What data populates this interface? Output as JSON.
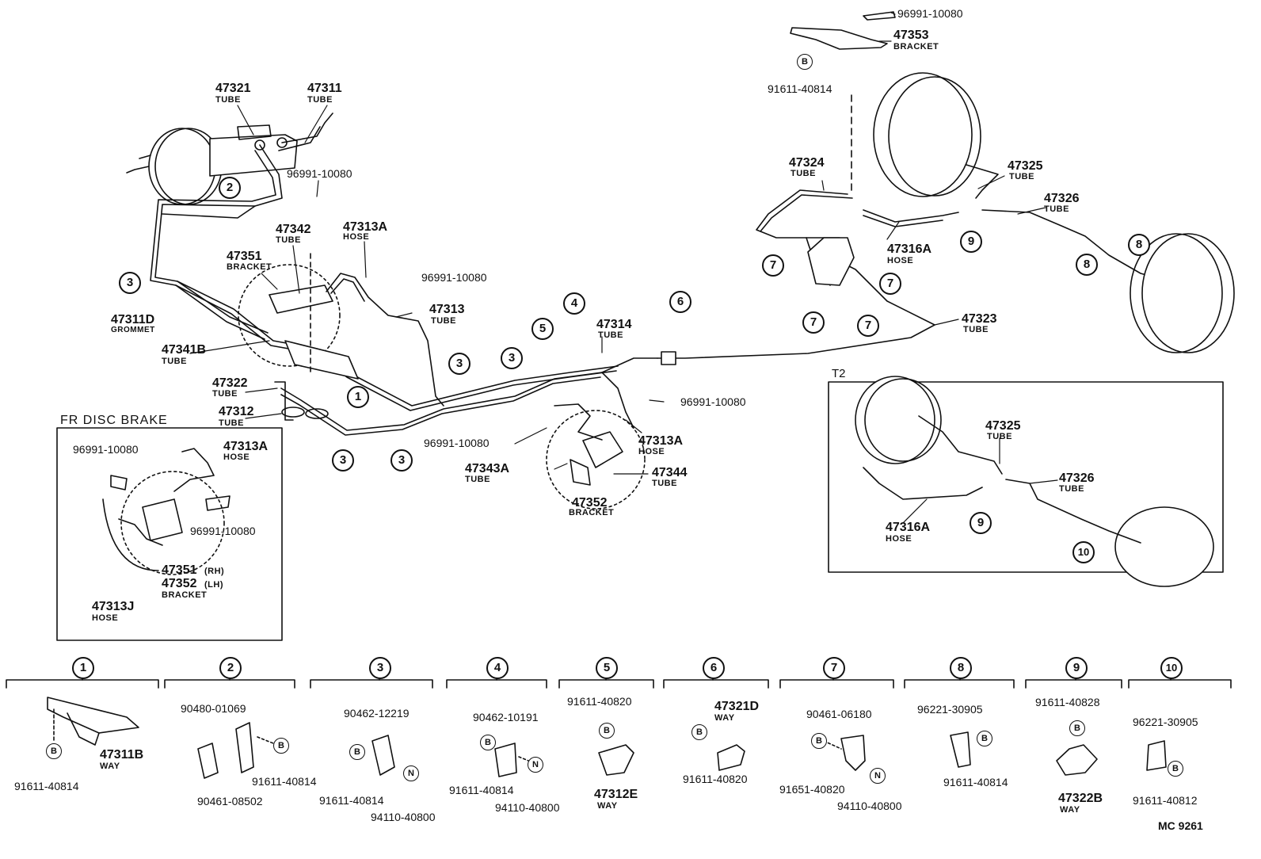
{
  "callouts": [
    {
      "id": "c2",
      "n": "2"
    },
    {
      "id": "c3a",
      "n": "3"
    },
    {
      "id": "c3b",
      "n": "3"
    },
    {
      "id": "c3c",
      "n": "3"
    },
    {
      "id": "c3d",
      "n": "3"
    },
    {
      "id": "c3e",
      "n": "3"
    },
    {
      "id": "c1",
      "n": "1"
    },
    {
      "id": "c4",
      "n": "4"
    },
    {
      "id": "c5",
      "n": "5"
    },
    {
      "id": "c6",
      "n": "6"
    },
    {
      "id": "c7a",
      "n": "7"
    },
    {
      "id": "c7b",
      "n": "7"
    },
    {
      "id": "c7c",
      "n": "7"
    },
    {
      "id": "c7d",
      "n": "7"
    },
    {
      "id": "c8a",
      "n": "8"
    },
    {
      "id": "c8b",
      "n": "8"
    },
    {
      "id": "c9",
      "n": "9"
    },
    {
      "id": "c9t",
      "n": "9"
    },
    {
      "id": "c10t",
      "n": "10"
    }
  ],
  "labels": {
    "p47321": "47321",
    "p47321s": "TUBE",
    "p47311": "47311",
    "p47311s": "TUBE",
    "p96991a": "96991-10080",
    "p47342": "47342",
    "p47342s": "TUBE",
    "p47313Aa": "47313A",
    "p47313Aas": "HOSE",
    "p96991b": "96991-10080",
    "p47351": "47351",
    "p47351s": "BRACKET",
    "p47313": "47313",
    "p47313s": "TUBE",
    "p47311D": "47311D",
    "p47311Ds": "GROMMET",
    "p47341B": "47341B",
    "p47341Bs": "TUBE",
    "p47314": "47314",
    "p47314s": "TUBE",
    "p47322": "47322",
    "p47322s": "TUBE",
    "p47312": "47312",
    "p47312s": "TUBE",
    "p96991c": "96991-10080",
    "p96991d": "96991-10080",
    "p47313Ab": "47313A",
    "p47313Abs": "HOSE",
    "p47343A": "47343A",
    "p47343As": "TUBE",
    "p47344": "47344",
    "p47344s": "TUBE",
    "p47352": "47352",
    "p47352s": "BRACKET",
    "p96991e": "96991-10080",
    "p47353": "47353",
    "p47353s": "BRACKET",
    "p91611top": "91611-40814",
    "p47324": "47324",
    "p47324s": "TUBE",
    "p47325": "47325",
    "p47325s": "TUBE",
    "p47326": "47326",
    "p47326s": "TUBE",
    "p47316A": "47316A",
    "p47316As": "HOSE",
    "p47323": "47323",
    "p47323s": "TUBE",
    "t2": "T2",
    "t2_47325": "47325",
    "t2_47325s": "TUBE",
    "t2_47326": "47326",
    "t2_47326s": "TUBE",
    "t2_47316A": "47316A",
    "t2_47316As": "HOSE",
    "fr_title": "FR DISC BRAKE",
    "fr_96991a": "96991-10080",
    "fr_47313A": "47313A",
    "fr_47313As": "HOSE",
    "fr_96991b": "96991-10080",
    "fr_47351": "47351",
    "fr_rh": "(RH)",
    "fr_47352": "47352",
    "fr_lh": "(LH)",
    "fr_bracket": "BRACKET",
    "fr_47313J": "47313J",
    "fr_47313Js": "HOSE",
    "d1_91611": "91611-40814",
    "d1_47311B": "47311B",
    "d1_way": "WAY",
    "d2_90480": "90480-01069",
    "d2_91611": "91611-40814",
    "d2_90461": "90461-08502",
    "d3_90462": "90462-12219",
    "d3_91611": "91611-40814",
    "d3_94110": "94110-40800",
    "d4_90462": "90462-10191",
    "d4_91611": "91611-40814",
    "d4_94110": "94110-40800",
    "d5_91611": "91611-40820",
    "d5_47312E": "47312E",
    "d5_way": "WAY",
    "d6_47321D": "47321D",
    "d6_way": "WAY",
    "d6_91611": "91611-40820",
    "d7_90461": "90461-06180",
    "d7_91651": "91651-40820",
    "d7_94110": "94110-40800",
    "d8_96221": "96221-30905",
    "d8_91611": "91611-40814",
    "d9_91611": "91611-40828",
    "d9_47322B": "47322B",
    "d9_way": "WAY",
    "d10_96221": "96221-30905",
    "d10_91611": "91611-40812",
    "mc": "MC 9261",
    "b": "B",
    "n": "N"
  }
}
